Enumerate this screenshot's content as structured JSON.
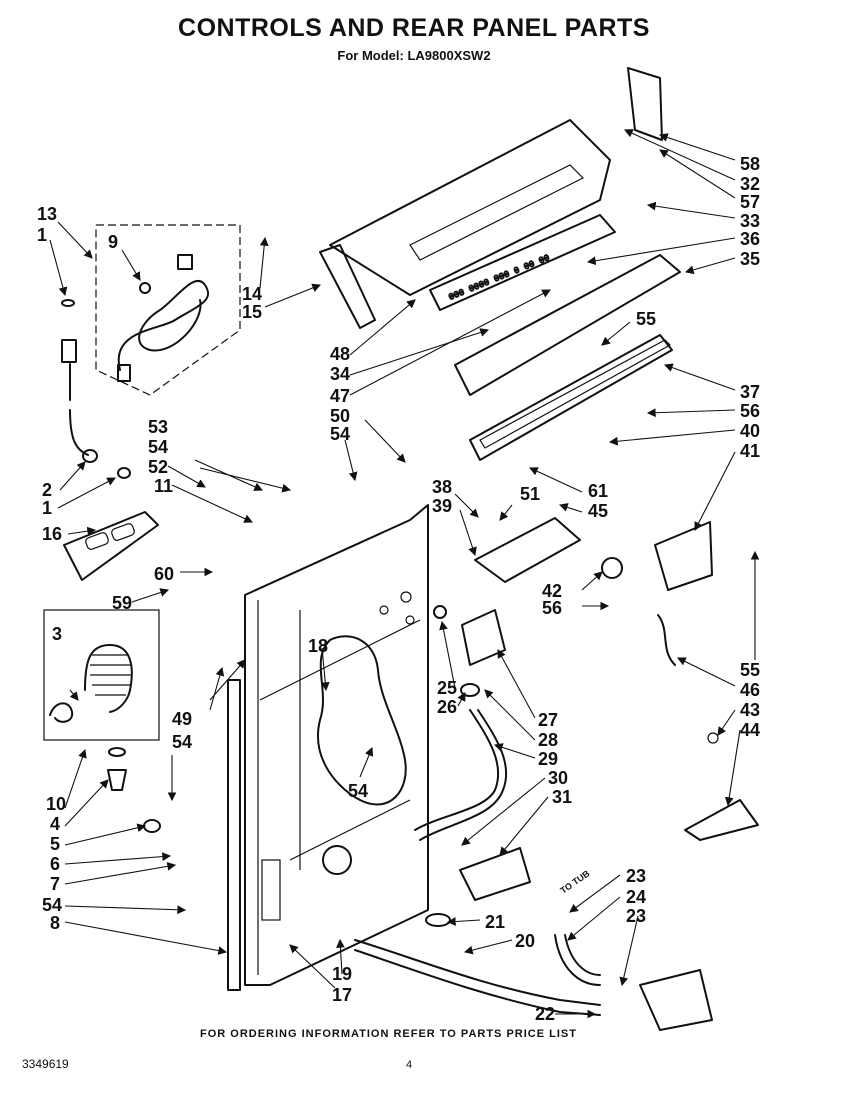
{
  "header": {
    "title": "CONTROLS AND REAR PANEL PARTS",
    "subtitle": "For Model: LA9800XSW2"
  },
  "footer": {
    "ordering_note": "FOR ORDERING INFORMATION REFER TO PARTS PRICE LIST",
    "document_number": "3349619",
    "page_number": "4"
  },
  "annotations": {
    "to_tub": "TO TUB"
  },
  "callouts": [
    "13",
    "1",
    "9",
    "14",
    "15",
    "2",
    "1",
    "16",
    "3",
    "10",
    "4",
    "5",
    "6",
    "7",
    "54",
    "8",
    "53",
    "54",
    "52",
    "11",
    "60",
    "59",
    "18",
    "49",
    "54",
    "54",
    "19",
    "17",
    "48",
    "34",
    "47",
    "50",
    "54",
    "38",
    "39",
    "51",
    "45",
    "61",
    "58",
    "32",
    "57",
    "33",
    "36",
    "35",
    "55",
    "37",
    "56",
    "40",
    "41",
    "42",
    "56",
    "55",
    "46",
    "43",
    "44",
    "25",
    "26",
    "27",
    "28",
    "29",
    "30",
    "31",
    "21",
    "20",
    "22",
    "23",
    "24",
    "23"
  ]
}
